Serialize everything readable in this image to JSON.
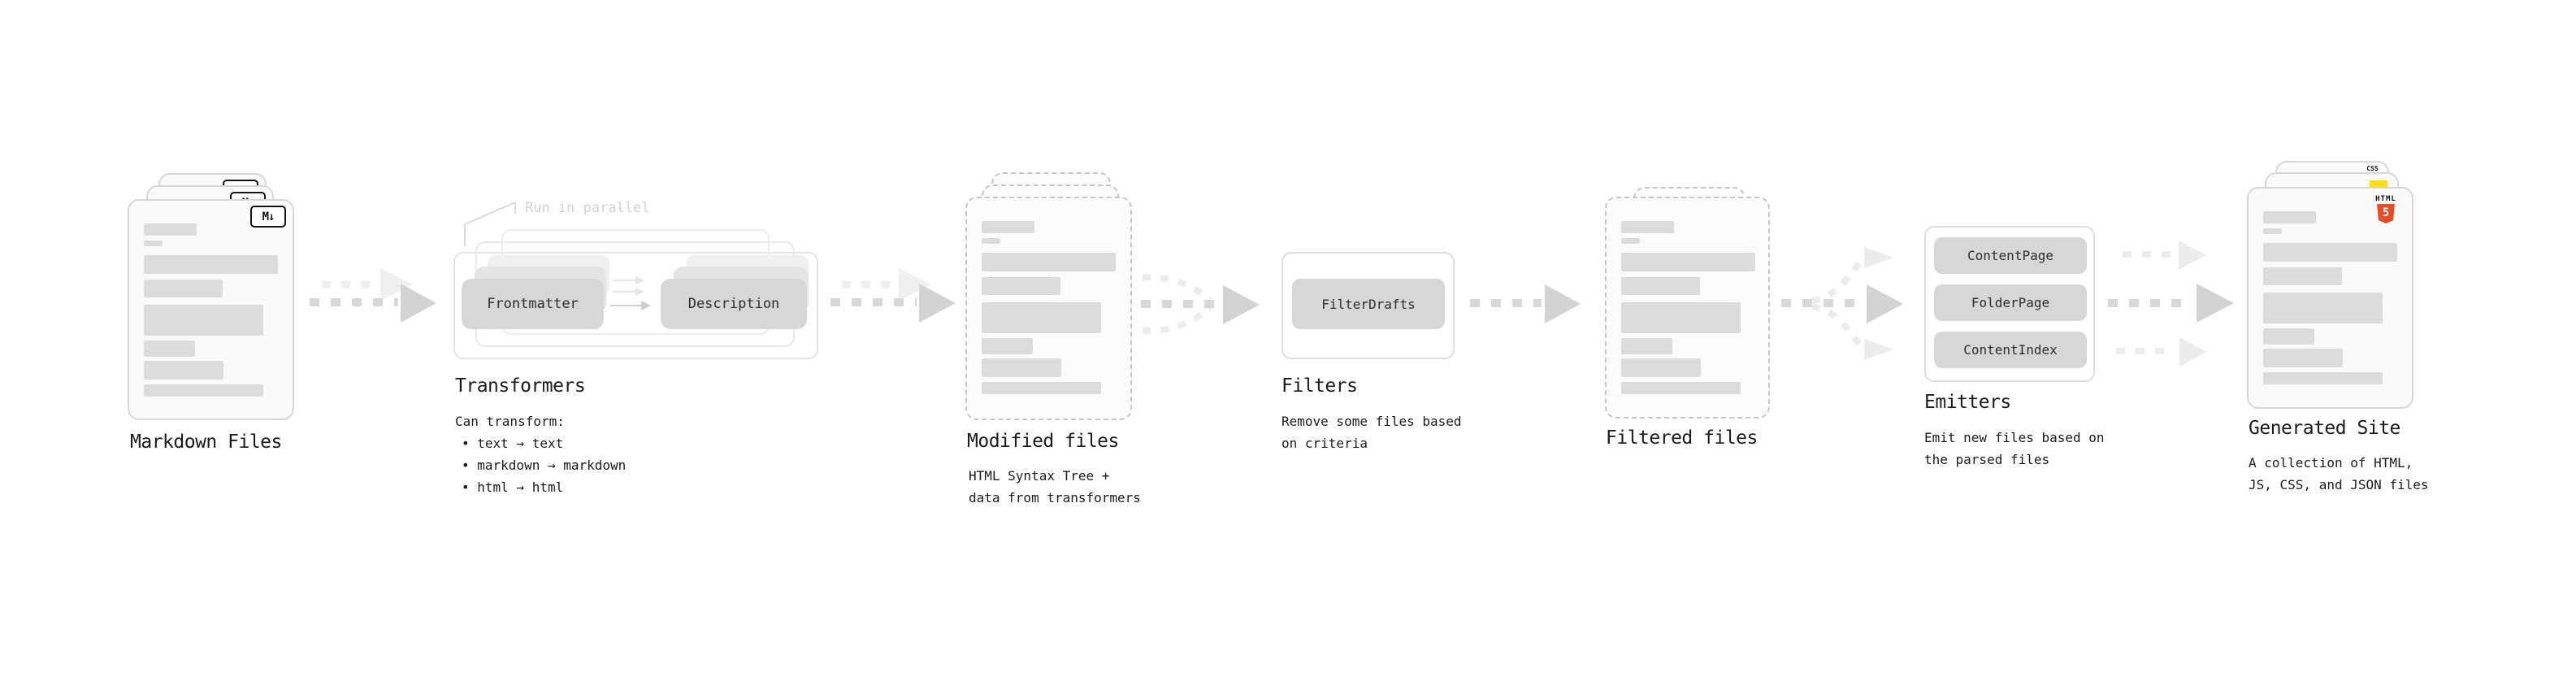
{
  "stages": {
    "markdown_files": {
      "label": "Markdown Files",
      "badge": "M↓"
    },
    "transformers": {
      "label": "Transformers",
      "parallel_note": "Run in parallel",
      "boxes": [
        "Frontmatter",
        "Description"
      ],
      "caption_title": "Can transform:",
      "bullets": [
        "• text → text",
        "• markdown → markdown",
        "• html → html"
      ]
    },
    "modified_files": {
      "label": "Modified files",
      "caption": [
        "HTML Syntax Tree +",
        "data from transformers"
      ]
    },
    "filters": {
      "label": "Filters",
      "boxes": [
        "FilterDrafts"
      ],
      "caption": [
        "Remove some files based",
        "on criteria"
      ]
    },
    "filtered_files": {
      "label": "Filtered files"
    },
    "emitters": {
      "label": "Emitters",
      "boxes": [
        "ContentPage",
        "FolderPage",
        "ContentIndex"
      ],
      "caption": [
        "Emit new files based on",
        "the parsed files"
      ]
    },
    "generated_site": {
      "label": "Generated Site",
      "caption": [
        "A collection of HTML,",
        "JS, CSS, and JSON files"
      ],
      "badges": {
        "css": "CSS",
        "html_label": "HTML",
        "html_number": "5"
      }
    }
  },
  "colors": {
    "html5_orange": "#e44d26",
    "js_yellow": "#ffdf00",
    "css_blue": "#2761e6",
    "arrow": "#d6d6d6"
  }
}
